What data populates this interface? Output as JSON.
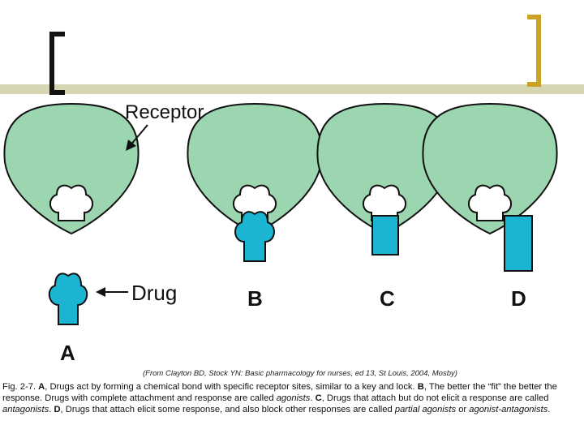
{
  "colors": {
    "receptor": "#9cd6b0",
    "drug": "#1bb5d3",
    "outline": "#111111",
    "accent_bar": "#c8c89a",
    "bracket_right": "#c9a227"
  },
  "labels": {
    "receptor": "Receptor",
    "drug": "Drug",
    "panels": [
      "A",
      "B",
      "C",
      "D"
    ]
  },
  "citation": "(From Clayton BD, Stock YN: Basic pharmacology for nurses, ed 13, St Louis, 2004, Mosby)",
  "caption": {
    "fig_label": "Fig. 2-7.",
    "a_letter": "A",
    "a_text": ", Drugs act by forming a chemical bond with specific receptor sites, similar to a key and lock. ",
    "b_letter": "B",
    "b_text": ", The better the “fit” the better the response. Drugs with complete attachment and response are called ",
    "agonists": "agonists",
    "c_sep": ". ",
    "c_letter": "C",
    "c_text": ", Drugs that attach but do not elicit a response are called ",
    "antagonists": "antagonists",
    "d_sep": ". ",
    "d_letter": "D",
    "d_text": ", Drugs that attach  elicit some response, and also block other responses are called ",
    "partial_agonists": "partial agonists",
    "or_text": " or ",
    "agonist_antagonists": "agonist-antagonists",
    "end": "."
  }
}
